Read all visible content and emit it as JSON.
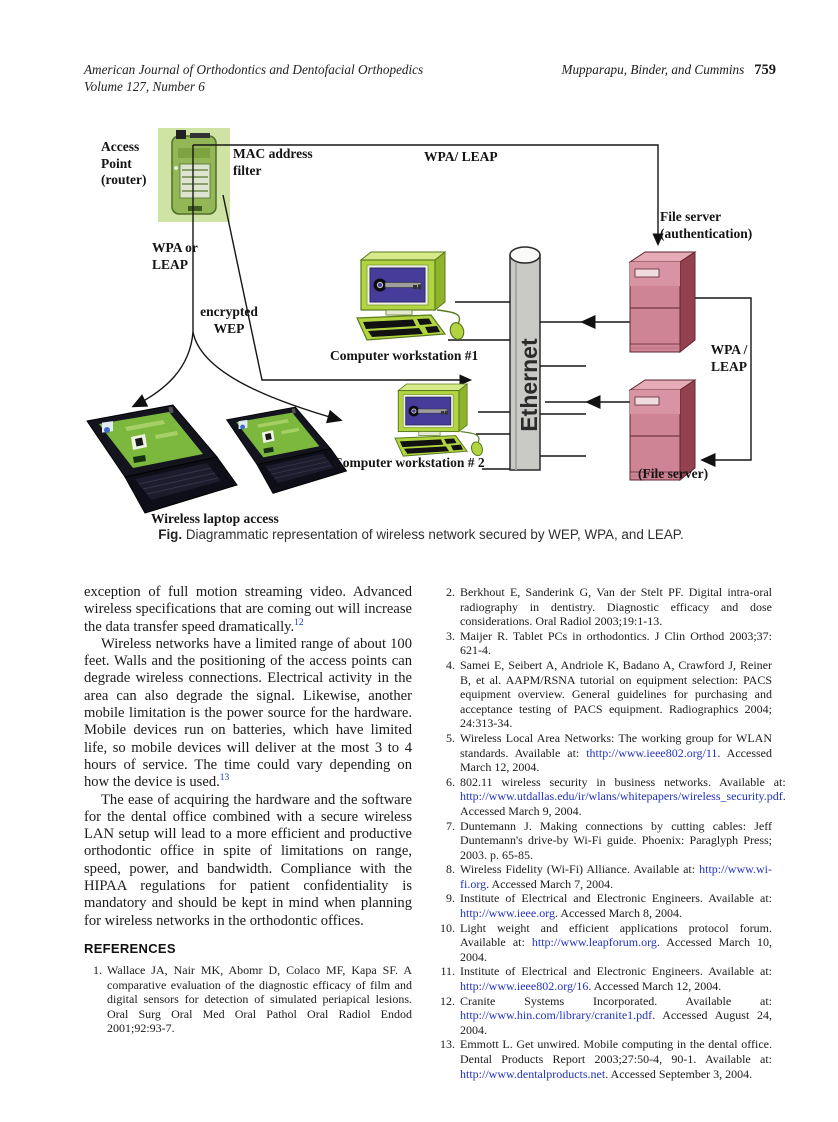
{
  "header": {
    "journal_line1": "American Journal of Orthodontics and Dentofacial Orthopedics",
    "journal_line2": "Volume 127, Number 6",
    "authors": "Mupparapu, Binder, and Cummins",
    "page_number": "759"
  },
  "figure": {
    "labels": {
      "access_point_1": "Access",
      "access_point_2": "Point",
      "access_point_3": "(router)",
      "mac_filter_1": "MAC address",
      "mac_filter_2": "filter",
      "wpa_leap_top": "WPA/ LEAP",
      "wpa_or_leap_1": "WPA or",
      "wpa_or_leap_2": "LEAP",
      "encrypted_wep_1": "encrypted",
      "encrypted_wep_2": "WEP",
      "workstation1": "Computer workstation #1",
      "workstation2": "Computer workstation # 2",
      "wireless_laptop": "Wireless laptop access",
      "ethernet": "Ethernet",
      "file_server_top_1": "File server",
      "file_server_top_2": "(authentication)",
      "wpa_leap_right_1": "WPA /",
      "wpa_leap_right_2": "LEAP",
      "file_server_bottom": "(File server)"
    },
    "caption_label": "Fig.",
    "caption_text": "Diagrammatic representation of wireless network secured by WEP, WPA, and LEAP."
  },
  "body": {
    "p1": "exception of full motion streaming video. Advanced wireless specifications that are coming out will increase the data transfer speed dramatically.",
    "p1_ref": "12",
    "p2": "Wireless networks have a limited range of about 100 feet. Walls and the positioning of the access points can degrade wireless connections. Electrical activity in the area can also degrade the signal. Likewise, another mobile limitation is the power source for the hardware. Mobile devices run on batteries, which have limited life, so mobile devices will deliver at the most 3 to 4 hours of service. The time could vary depending on how the device is used.",
    "p2_ref": "13",
    "p3": "The ease of acquiring the hardware and the software for the dental office combined with a secure wireless LAN setup will lead to a more efficient and productive orthodontic office in spite of limitations on range, speed, power, and bandwidth. Compliance with the HIPAA regulations for patient confidentiality is mandatory and should be kept in mind when planning for wireless networks in the orthodontic offices.",
    "references_heading": "REFERENCES"
  },
  "references": {
    "left": [
      {
        "num": "1",
        "segments": [
          {
            "t": "Wallace JA, Nair MK, Abomr D, Colaco MF, Kapa SF. A comparative evaluation of the diagnostic efficacy of film and digital sensors for detection of simulated periapical lesions. Oral Surg Oral Med Oral Pathol Oral Radiol Endod 2001;92:93-7."
          }
        ]
      }
    ],
    "right": [
      {
        "num": "2",
        "segments": [
          {
            "t": "Berkhout E, Sanderink G, Van der Stelt PF. Digital intra-oral radiography in dentistry. Diagnostic efficacy and dose considerations. Oral Radiol 2003;19:1-13."
          }
        ]
      },
      {
        "num": "3",
        "segments": [
          {
            "t": "Maijer R. Tablet PCs in orthodontics. J Clin Orthod 2003;37: 621-4."
          }
        ]
      },
      {
        "num": "4",
        "segments": [
          {
            "t": "Samei E, Seibert A, Andriole K, Badano A, Crawford J, Reiner B, et al. AAPM/RSNA tutorial on equipment selection: PACS equipment overview. General guidelines for purchasing and acceptance testing of PACS equipment. Radiographics 2004; 24:313-34."
          }
        ]
      },
      {
        "num": "5",
        "segments": [
          {
            "t": "Wireless Local Area Networks: The working group for WLAN standards. Available at: "
          },
          {
            "t": "thttp://www.ieee802.org/11",
            "link": true
          },
          {
            "t": ". Accessed March 12, 2004."
          }
        ]
      },
      {
        "num": "6",
        "segments": [
          {
            "t": "802.11 wireless security in business networks. Available at: "
          },
          {
            "t": "http://www.utdallas.edu/ir/wlans/whitepapers/wireless_security.pdf",
            "link": true
          },
          {
            "t": ". Accessed March 9, 2004."
          }
        ]
      },
      {
        "num": "7",
        "segments": [
          {
            "t": "Duntemann J. Making connections by cutting cables: Jeff Duntemann's drive-by Wi-Fi guide. Phoenix: Paraglyph Press; 2003. p. 65-85."
          }
        ]
      },
      {
        "num": "8",
        "segments": [
          {
            "t": "Wireless Fidelity (Wi-Fi) Alliance. Available at: "
          },
          {
            "t": "http://www.wi-fi.org",
            "link": true
          },
          {
            "t": ". Accessed March 7, 2004."
          }
        ]
      },
      {
        "num": "9",
        "segments": [
          {
            "t": "Institute of Electrical and Electronic Engineers. Available at: "
          },
          {
            "t": "http://www.ieee.org",
            "link": true
          },
          {
            "t": ". Accessed March 8, 2004."
          }
        ]
      },
      {
        "num": "10",
        "segments": [
          {
            "t": "Light weight and efficient applications protocol forum. Available at: "
          },
          {
            "t": "http://www.leapforum.org",
            "link": true
          },
          {
            "t": ". Accessed March 10, 2004."
          }
        ]
      },
      {
        "num": "11",
        "segments": [
          {
            "t": "Institute of Electrical and Electronic Engineers. Available at: "
          },
          {
            "t": "http://www.ieee802.org/16",
            "link": true
          },
          {
            "t": ". Accessed March 12, 2004."
          }
        ]
      },
      {
        "num": "12",
        "segments": [
          {
            "t": "Cranite Systems Incorporated. Available at: "
          },
          {
            "t": "http://www.hin.com/library/cranite1.pdf",
            "link": true
          },
          {
            "t": ". Accessed August 24, 2004."
          }
        ]
      },
      {
        "num": "13",
        "segments": [
          {
            "t": "Emmott L. Get unwired. Mobile computing in the dental office. Dental Products Report 2003;27:50-4, 90-1. Available at: "
          },
          {
            "t": "http://www.dentalproducts.net",
            "link": true
          },
          {
            "t": ". Accessed September 3, 2004."
          }
        ]
      }
    ]
  },
  "colors": {
    "link_blue": "#2132bf",
    "monitor_green": "#b2d440",
    "screen_blue": "#453d99",
    "server_pink": "#cf8495",
    "pipe_gray": "#c9c9c5"
  }
}
